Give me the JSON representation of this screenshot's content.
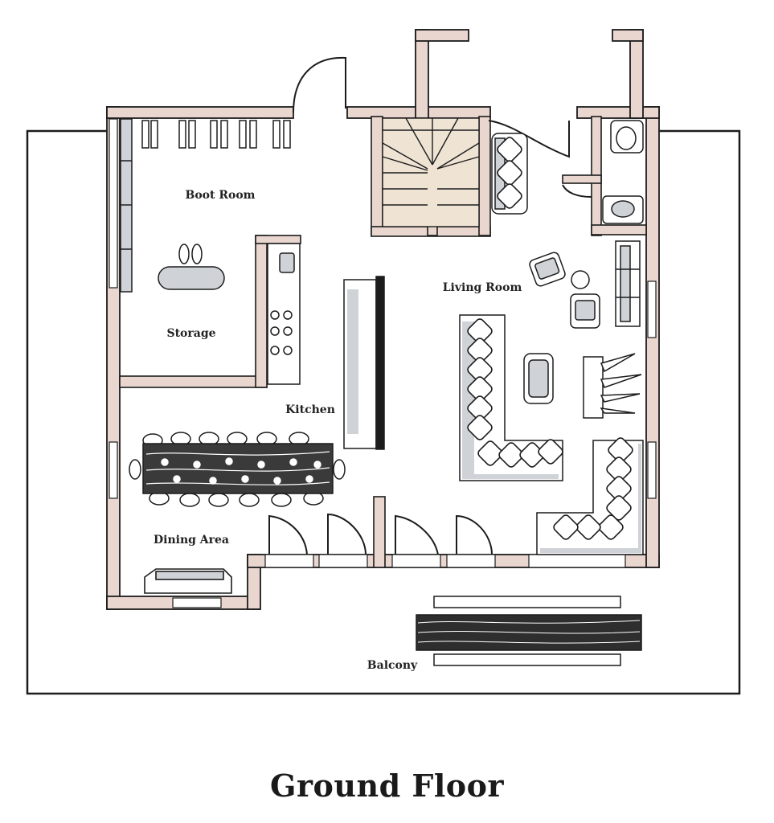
{
  "title": "Ground Floor",
  "rooms": {
    "boot_room": "Boot Room",
    "storage": "Storage",
    "kitchen": "Kitchen",
    "living_room": "Living Room",
    "dining_area": "Dining Area",
    "balcony": "Balcony"
  },
  "colors": {
    "wall_fill": "#e8d6cf",
    "wall_stroke": "#1c1c1c",
    "furniture_shade": "#cfd3d8",
    "stair_fill": "#efe3d4"
  }
}
